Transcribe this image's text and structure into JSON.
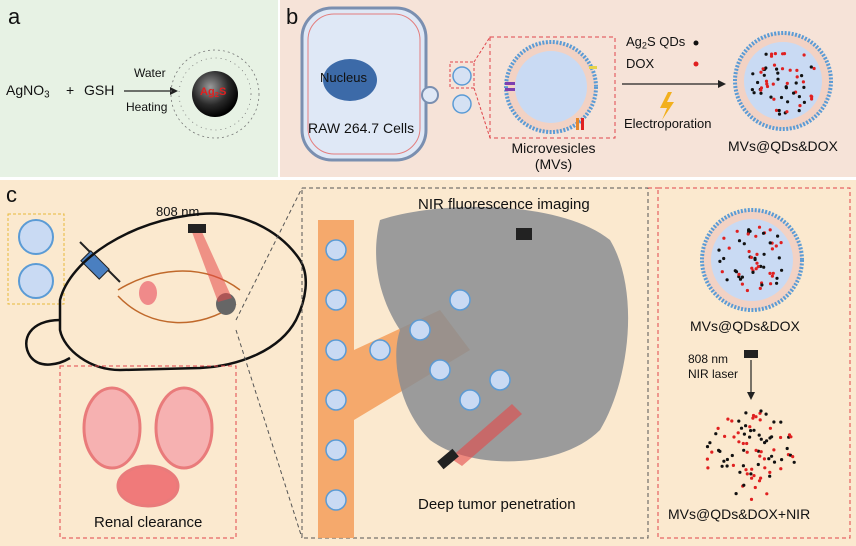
{
  "panels": {
    "a": {
      "label": "a",
      "reagent1": "AgNO",
      "reagent1_sub": "3",
      "plus": "+",
      "reagent2": "GSH",
      "condition_top": "Water",
      "condition_bottom": "Heating",
      "product_main": "Ag",
      "product_sub": "2",
      "product_tail": "S"
    },
    "b": {
      "label": "b",
      "nucleus": "Nucleus",
      "cell_name": "RAW 264.7 Cells",
      "mv_line1": "Microvesicles",
      "mv_line2": "(MVs)",
      "legend_qd_main": "Ag",
      "legend_qd_sub": "2",
      "legend_qd_tail": "S QDs",
      "legend_dox": "DOX",
      "method": "Electroporation",
      "product": "MVs@QDs&DOX"
    },
    "c": {
      "label": "c",
      "laser": "808 nm",
      "imaging": "NIR fluorescence imaging",
      "penetration": "Deep tumor penetration",
      "renal": "Renal clearance",
      "right_top": "MVs@QDs&DOX",
      "nir_line1": "808 nm",
      "nir_line2": "NIR laser",
      "right_bottom": "MVs@QDs&DOX+NIR"
    }
  },
  "colors": {
    "panel_a_bg": "#e7f2e4",
    "panel_b_bg": "#f6e3d8",
    "panel_c_bg": "#fbe9cf",
    "dashed_red": "#e0454b",
    "dashed_yellow": "#e7b93b",
    "vesicle_blue": "#c9daf3",
    "membrane_blue": "#5b9bd5",
    "dox_red": "#e02020",
    "qd_black": "#111111",
    "nucleus": "#3c6aa8",
    "vessel_orange": "#f4a261",
    "tumor_gray": "#8a8d92"
  }
}
